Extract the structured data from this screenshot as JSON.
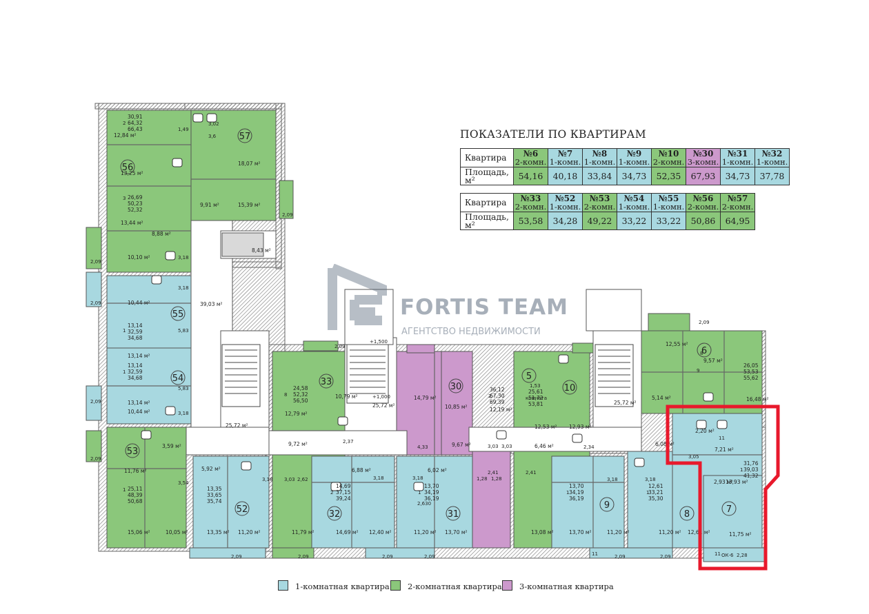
{
  "title": "ПОКАЗАТЕЛИ ПО КВАРТИРАМ",
  "table_header": {
    "apartment": "Квартира",
    "area": "Площадь, м²"
  },
  "table1": [
    {
      "no": "№6",
      "rooms": "2-комн.",
      "area": "54,16",
      "type": "2"
    },
    {
      "no": "№7",
      "rooms": "1-комн.",
      "area": "40,18",
      "type": "1"
    },
    {
      "no": "№8",
      "rooms": "1-комн.",
      "area": "33,84",
      "type": "1"
    },
    {
      "no": "№9",
      "rooms": "1-комн.",
      "area": "34,73",
      "type": "1"
    },
    {
      "no": "№10",
      "rooms": "2-комн.",
      "area": "52,35",
      "type": "2"
    },
    {
      "no": "№30",
      "rooms": "3-комн.",
      "area": "67,93",
      "type": "3"
    },
    {
      "no": "№31",
      "rooms": "1-комн.",
      "area": "34,73",
      "type": "1"
    },
    {
      "no": "№32",
      "rooms": "1-комн.",
      "area": "37,78",
      "type": "1"
    }
  ],
  "table2": [
    {
      "no": "№33",
      "rooms": "2-комн.",
      "area": "53,58",
      "type": "2"
    },
    {
      "no": "№52",
      "rooms": "1-комн.",
      "area": "34,28",
      "type": "1"
    },
    {
      "no": "№53",
      "rooms": "2-комн.",
      "area": "49,22",
      "type": "2"
    },
    {
      "no": "№54",
      "rooms": "1-комн.",
      "area": "33,22",
      "type": "1"
    },
    {
      "no": "№55",
      "rooms": "1-комн.",
      "area": "33,22",
      "type": "1"
    },
    {
      "no": "№56",
      "rooms": "2-комн.",
      "area": "50,86",
      "type": "2"
    },
    {
      "no": "№57",
      "rooms": "2-комн.",
      "area": "64,95",
      "type": "2"
    }
  ],
  "legend": [
    {
      "label": "1-комнатная квартира",
      "type": "1"
    },
    {
      "label": "2-комнатная квартира",
      "type": "2"
    },
    {
      "label": "3-комнатная квартира",
      "type": "3"
    }
  ],
  "watermark": {
    "brand": "FORTIS TEAM",
    "tagline": "АГЕНТСТВО НЕДВИЖИМОСТИ"
  },
  "colors": {
    "one_room": "#a8d8e0",
    "two_room": "#8bc77b",
    "three_room": "#cc99cc",
    "highlight": "#e8192c",
    "hall": "#ffffff",
    "wall": "#666666"
  },
  "plan": {
    "apartment_numbers": [
      "57",
      "56",
      "55",
      "54",
      "53",
      "52",
      "33",
      "32",
      "31",
      "30",
      "10",
      "9",
      "8",
      "7",
      "6",
      "5"
    ],
    "room_areas": [
      "30,91",
      "64,32",
      "66,43",
      "12,84 м²",
      "18,07 м²",
      "13,25 м²",
      "26,69",
      "50,23",
      "52,32",
      "13,44 м²",
      "9,91 м²",
      "15,39 м²",
      "10,10 м²",
      "8,88 м²",
      "8,43 м²",
      "39,03 м²",
      "10,44 м²",
      "13,14",
      "32,59",
      "34,68",
      "13,14 м²",
      "13,14",
      "32,59",
      "34,68",
      "13,14 м²",
      "10,44 м²",
      "25,72 м²",
      "11,76 м²",
      "3,59 м²",
      "25,11",
      "48,39",
      "50,68",
      "15,06 м²",
      "10,05 м²",
      "5,92 м²",
      "13,35",
      "33,65",
      "35,74",
      "13,35 м²",
      "11,20 м²",
      "24,58",
      "52,32",
      "56,50",
      "12,79 м²",
      "10,79 м²",
      "9,72 м²",
      "11,79 м²",
      "14,69",
      "37,15",
      "39,24",
      "14,69 м²",
      "12,40 м²",
      "6,88 м²",
      "13,70",
      "34,19",
      "36,19",
      "11,20 м²",
      "13,70 м²",
      "6,02 м²",
      "14,79 м²",
      "10,85 м²",
      "36,12",
      "67,30",
      "69,39",
      "12,19 м²",
      "9,67 м²",
      "25,72 м²",
      "25,61",
      "51,72",
      "53,81",
      "12,53 м²",
      "12,93 м²",
      "13,08 м²",
      "6,46 м²",
      "13,70",
      "34,19",
      "36,19",
      "13,70 м²",
      "11,20 м²",
      "12,61",
      "33,21",
      "35,30",
      "11,20 м²",
      "12,61 м²",
      "25,72 м²",
      "6,08 м²",
      "12,55 м²",
      "9,57 м²",
      "26,05",
      "53,53",
      "55,62",
      "16,48 м²",
      "5,14 м²",
      "2,20 м²",
      "7,21 м²",
      "31,76",
      "39,03",
      "41,32",
      "13,93 м²",
      "11,75 м²",
      "2,93 м²"
    ],
    "small_labels": [
      "2,09",
      "2,09",
      "2,09",
      "2,09",
      "2,09",
      "2,09",
      "2,09",
      "2,09",
      "2,09",
      "2,09",
      "2,09",
      "2,09",
      "2,09",
      "1,49",
      "3,02",
      "3,6",
      "3,18",
      "3,18",
      "3,18",
      "5,83",
      "5,83",
      "3,54",
      "3,18",
      "3,03",
      "2,62",
      "2,37",
      "4,33",
      "2,41",
      "3,03",
      "3,03",
      "1,28",
      "1,28",
      "2,41",
      "2,34",
      "3,18",
      "3,18",
      "3,18",
      "3,18",
      "2,630",
      "+1,500",
      "+1,000",
      "2,28",
      "ОК-6",
      "11",
      "11",
      "11",
      "8",
      "9",
      "8",
      "2",
      "1",
      "1",
      "1",
      "1",
      "1",
      "1",
      "1",
      "2",
      "3",
      "2",
      "комната",
      "1,53",
      "3,05"
    ]
  }
}
